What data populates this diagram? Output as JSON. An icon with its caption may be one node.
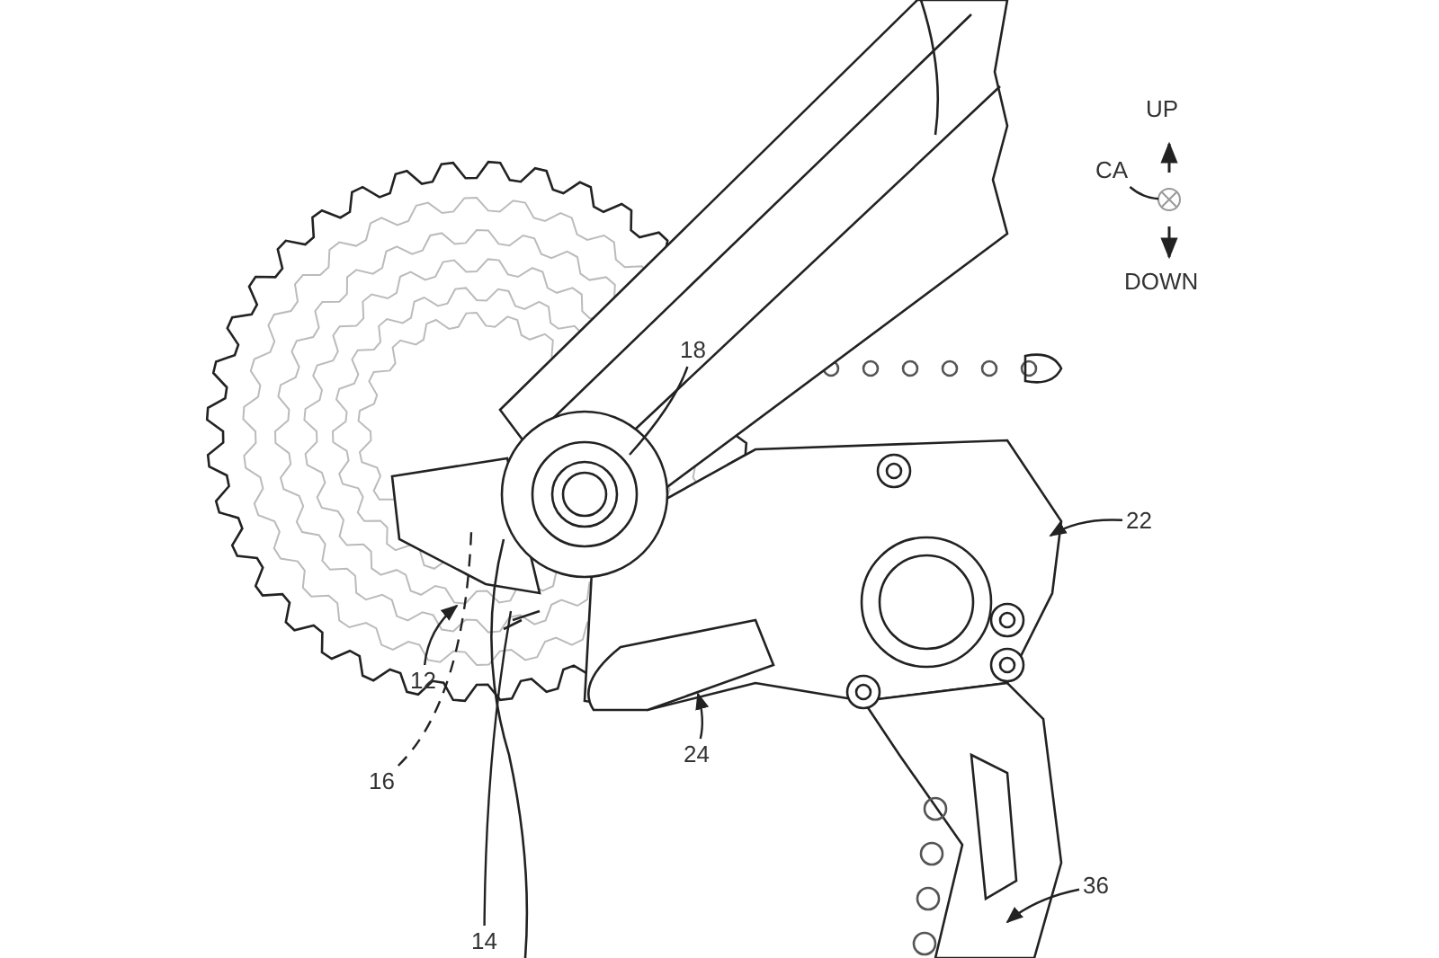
{
  "diagram": {
    "nodes": [
      {
        "text": [
          "18"
        ]
      },
      {
        "text": [
          "22"
        ]
      },
      {
        "text": [
          "12"
        ]
      },
      {
        "text": [
          "16"
        ]
      },
      {
        "text": [
          "24"
        ]
      },
      {
        "text": [
          "14"
        ]
      },
      {
        "text": [
          "36"
        ]
      },
      {
        "text": [
          "CA"
        ]
      },
      {
        "text": [],
        "shape": "circle"
      }
    ],
    "edges": [
      {
        "from": 0,
        "to": null,
        "arrow": "none"
      },
      {
        "from": 1,
        "to": null,
        "arrow": "to"
      },
      {
        "from": 2,
        "to": null,
        "arrow": "to"
      },
      {
        "from": 3,
        "to": null,
        "arrow": "none",
        "style": "dashed"
      },
      {
        "from": 4,
        "to": null,
        "arrow": "to"
      },
      {
        "from": 5,
        "to": null,
        "arrow": "none"
      },
      {
        "from": 6,
        "to": null,
        "arrow": "to"
      },
      {
        "from": 7,
        "to": 8,
        "arrow": "none"
      }
    ],
    "labels": [
      "UP",
      "DOWN"
    ]
  }
}
